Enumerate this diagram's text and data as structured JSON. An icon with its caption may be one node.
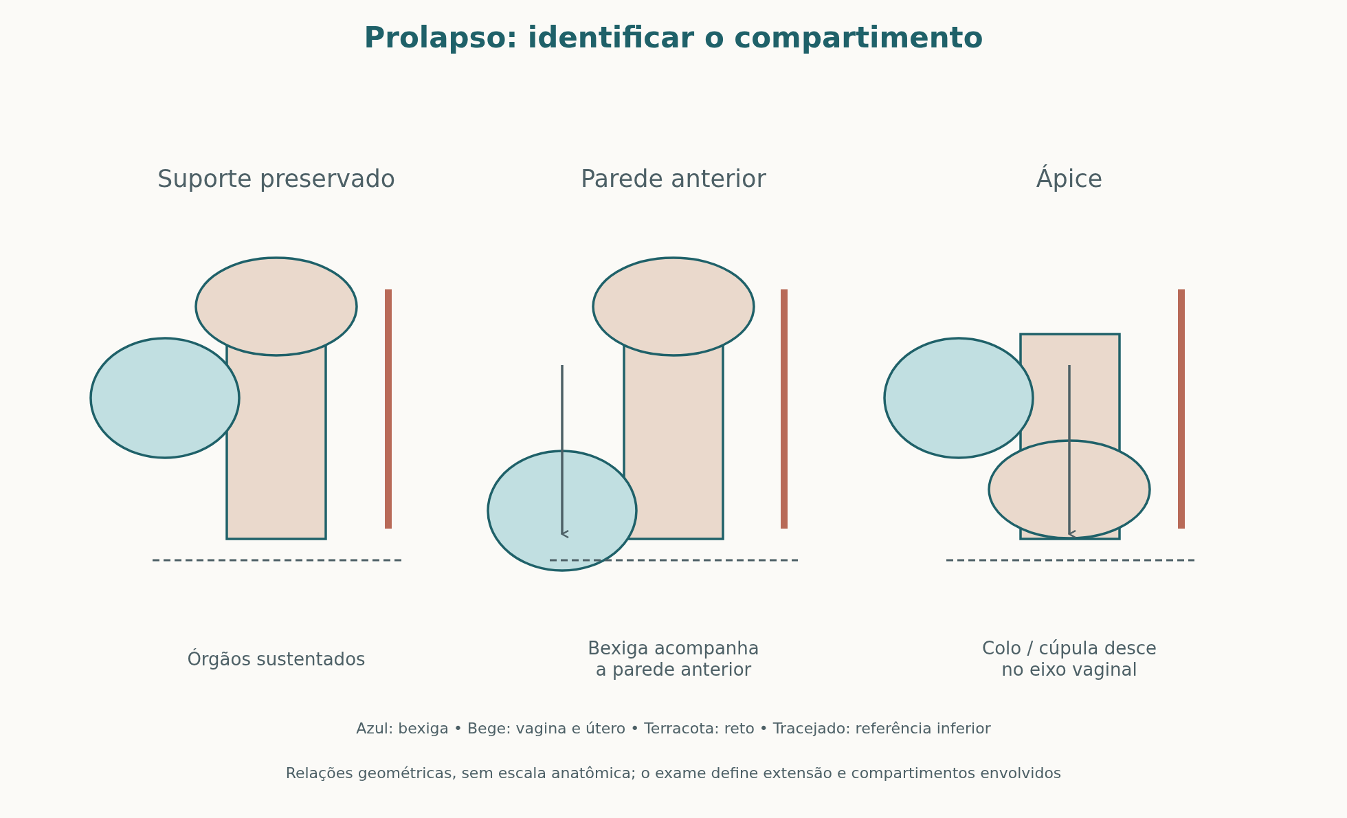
{
  "diagram": {
    "title": "Prolapso: identificar o compartimento",
    "labels": [
      "Suporte preservado",
      "Parede anterior",
      "Ápice",
      "Órgãos sustentados",
      "Bexiga acompanha a parede anterior",
      "Colo / cúpula desce no eixo vaginal",
      "Azul: bexiga • Bege: vagina e útero • Terracota: reto • Tracejado: referência inferior"
    ],
    "caption": "Relações geométricas, sem escala anatômica; o exame define extensão e compartimentos envolvidos"
  }
}
